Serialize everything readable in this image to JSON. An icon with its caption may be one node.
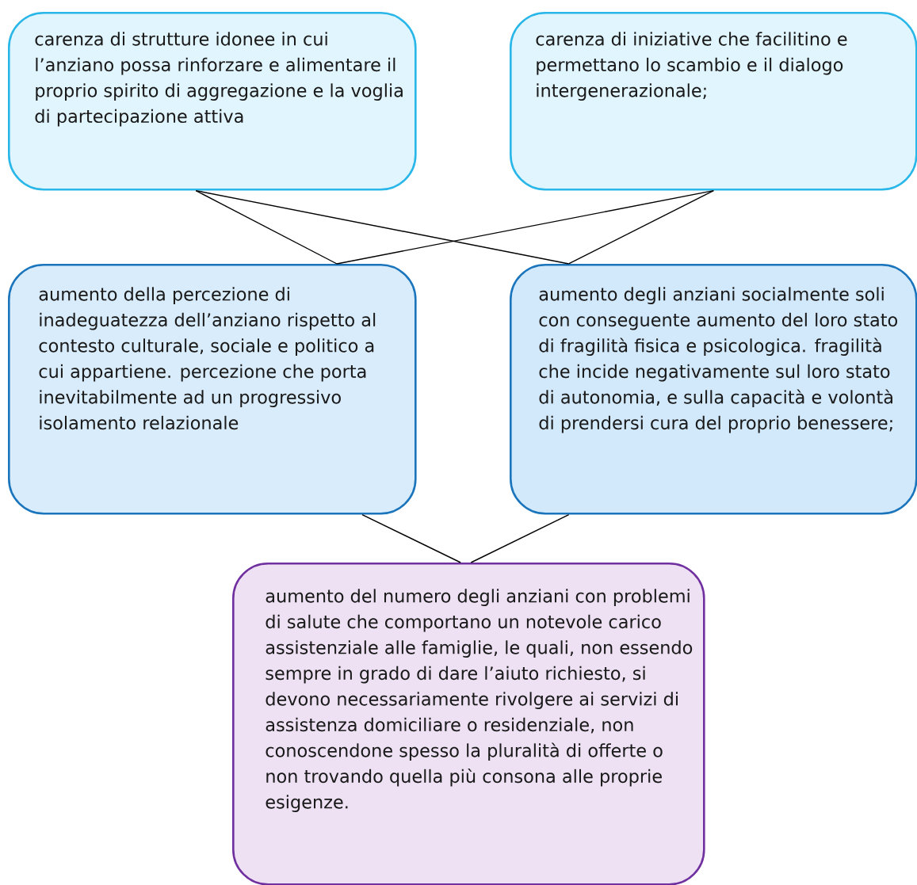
{
  "diagram": {
    "nodes": [
      {
        "text": [
          "carenza di strutture idonee in cui l’anziano possa rinforzare e alimentare il proprio spirito di aggregazione e la voglia di partecipazione attiva"
        ]
      },
      {
        "text": [
          "carenza di iniziative che facilitino e permettano lo scambio e il dialogo intergenerazionale;"
        ]
      },
      {
        "text": [
          "aumento della percezione di inadeguatezza dell’anziano rispetto al contesto culturale, sociale e politico a cui appartiene. percezione che porta inevitabilmente ad un progressivo isolamento relazionale"
        ]
      },
      {
        "text": [
          "aumento degli anziani socialmente soli con conseguente aumento del loro stato di fragilità fisica e psicologica. fragilità che incide negativamente sul loro stato di autonomia, e sulla capacità e volontà di prendersi cura del proprio benessere;"
        ]
      },
      {
        "text": [
          "aumento del numero degli anziani con problemi di salute che comportano un notevole carico assistenziale alle famiglie, le quali, non essendo sempre in grado di dare l’aiuto richiesto, si devono necessariamente rivolgere ai servizi di assistenza domiciliare o residenziale, non conoscendone spesso la pluralità di offerte o non trovando quella più consona alle proprie esigenze."
        ]
      }
    ],
    "edges": [
      {
        "from": 0,
        "to": 2,
        "arrow": "none"
      },
      {
        "from": 0,
        "to": 3,
        "arrow": "none"
      },
      {
        "from": 1,
        "to": 2,
        "arrow": "none"
      },
      {
        "from": 1,
        "to": 3,
        "arrow": "none"
      },
      {
        "from": 2,
        "to": 4,
        "arrow": "none"
      },
      {
        "from": 3,
        "to": 4,
        "arrow": "none"
      }
    ]
  }
}
